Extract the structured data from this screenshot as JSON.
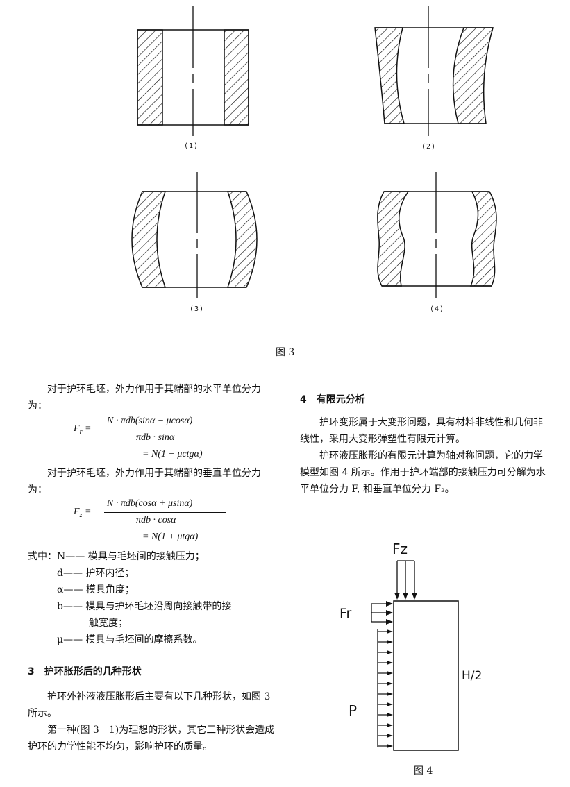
{
  "figure3": {
    "sub_captions": [
      "(1)",
      "(2)",
      "(3)",
      "(4)"
    ],
    "caption": "图 3"
  },
  "left_column": {
    "p1": "对于护环毛坯，外力作用于其端部的水平单位分力为：",
    "eq1_lhs": "F",
    "eq1_lhs_sub": "r",
    "eq1_num": "N · πdb(sinα − μcosα)",
    "eq1_den": "πdb · sinα",
    "eq1_res": "= N(1 − μctgα)",
    "p2": "对于护环毛坯，外力作用于其端部的垂直单位分力为：",
    "eq2_lhs": "F",
    "eq2_lhs_sub": "z",
    "eq2_num": "N · πdb(cosα + μsinα)",
    "eq2_den": "πdb · cosα",
    "eq2_res": "= N(1 + μtgα)",
    "where_intro": "式中：N—— 模具与毛坯间的接触压力；",
    "where_d": "d—— 护环内径；",
    "where_a": "α—— 模具角度；",
    "where_b1": "b—— 模具与护环毛坯沿周向接触带的接",
    "where_b2": "触宽度；",
    "where_mu": "μ—— 模具与毛坯间的摩擦系数。",
    "section3_heading": "3　护环胀形后的几种形状",
    "p3": "护环外补液液压胀形后主要有以下几种形状，如图 3 所示。",
    "p4": "第一种(图 3－1)为理想的形状，其它三种形状会造成护环的力学性能不均匀，影响护环的质量。"
  },
  "right_column": {
    "section4_heading": "4　有限元分析",
    "p1": "护环变形属于大变形问题，具有材料非线性和几何非线性，采用大变形弹塑性有限元计算。",
    "p2": "护环液压胀形的有限元计算为轴对称问题，它的力学模型如图 4 所示。作用于护环端部的接触压力可分解为水平单位分力 F, 和垂直单位分力 F₂。"
  },
  "figure4": {
    "label_fz": "Fz",
    "label_fr": "Fr",
    "label_p": "P",
    "label_h2": "H/2",
    "caption": "图 4"
  }
}
